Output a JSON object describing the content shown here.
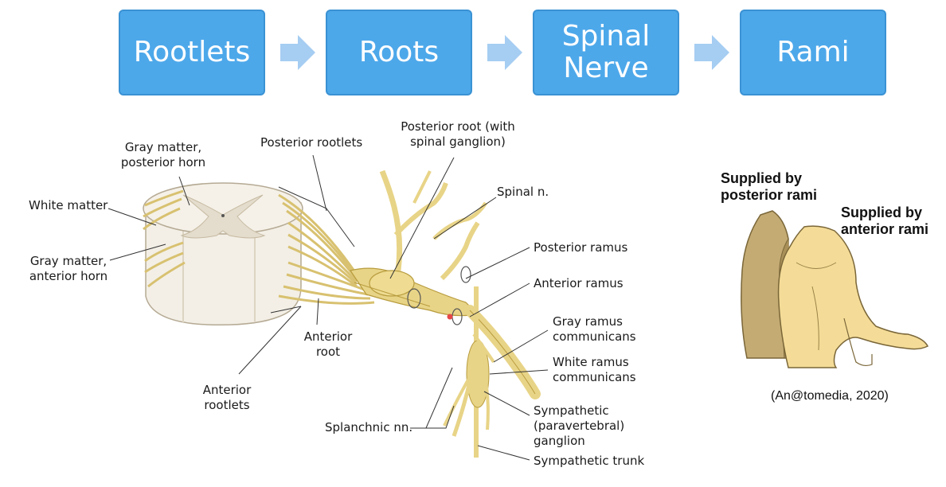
{
  "flow": {
    "steps": [
      "Rootlets",
      "Roots",
      "Spinal\nNerve",
      "Rami"
    ],
    "box_color": "#4da8ea",
    "arrow_color": "#a6cdf2"
  },
  "labels": {
    "gray_matter_posterior": "Gray matter,\nposterior horn",
    "posterior_rootlets": "Posterior rootlets",
    "posterior_root": "Posterior root (with\nspinal ganglion)",
    "spinal_n": "Spinal n.",
    "white_matter": "White matter",
    "posterior_ramus": "Posterior ramus",
    "gray_matter_anterior": "Gray matter,\nanterior horn",
    "anterior_ramus": "Anterior ramus",
    "anterior_root": "Anterior\nroot",
    "gray_ramus": "Gray ramus\ncommunicans",
    "white_ramus": "White ramus\ncommunicans",
    "anterior_rootlets": "Anterior\nrootlets",
    "splanchnic": "Splanchnic nn.",
    "sympathetic_ganglion": "Sympathetic\n(paravertebral)\nganglion",
    "sympathetic_trunk": "Sympathetic trunk"
  },
  "torso": {
    "posterior_label": "Supplied by\nposterior rami",
    "anterior_label": "Supplied by\nanterior rami",
    "citation": "(An@tomedia, 2020)"
  },
  "colors": {
    "nerve": "#e8d487",
    "nerve_edge": "#b89c3e",
    "cord": "#f3efe6",
    "gray_matter": "#e4dccc",
    "back_body": "#c4ab74",
    "front_body": "#f4dc98"
  },
  "icons": [
    "flow-arrow-icon"
  ]
}
